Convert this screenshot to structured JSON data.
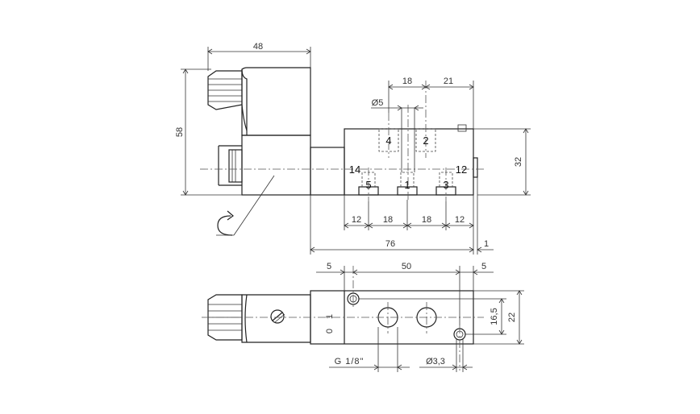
{
  "diagram": {
    "top_view": {
      "dims": {
        "d48": "48",
        "d58": "58",
        "d18_top": "18",
        "d21": "21",
        "d_o5": "Ø5",
        "d32": "32",
        "b12a": "12",
        "b18a": "18",
        "b18b": "18",
        "b12b": "12",
        "d76": "76",
        "d1": "1"
      },
      "ports": {
        "p4": "4",
        "p2": "2",
        "p14": "14",
        "p12": "12",
        "p5": "5",
        "p1": "1",
        "p3": "3"
      }
    },
    "bottom_view": {
      "dims": {
        "d5a": "5",
        "d50": "50",
        "d5b": "5",
        "d16_5": "16,5",
        "d22": "22",
        "g18": "G 1/8\"",
        "d33": "Ø3,3"
      },
      "switch": {
        "on": "1",
        "off": "0"
      }
    }
  }
}
